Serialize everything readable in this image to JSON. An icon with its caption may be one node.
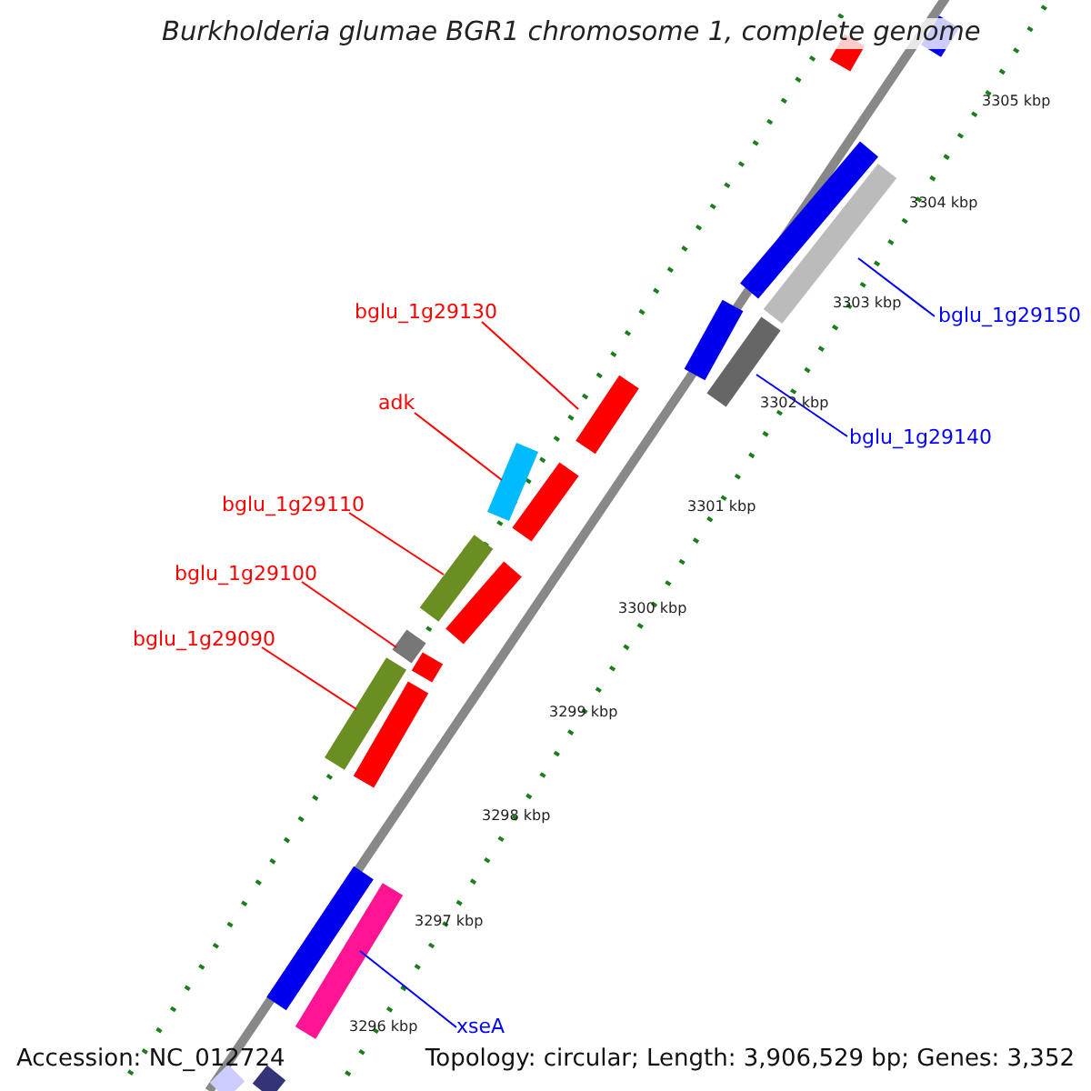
{
  "diagram": {
    "title": "Burkholderia glumae BGR1 chromosome 1, complete genome",
    "nodes": [
      {
        "text": [
          "bglu_1g29130"
        ]
      },
      {
        "text": [
          "bglu_1g29150"
        ]
      },
      {
        "text": [
          "adk"
        ]
      },
      {
        "text": [
          "bglu_1g29140"
        ]
      },
      {
        "text": [
          "bglu_1g29110"
        ]
      },
      {
        "text": [
          "bglu_1g29100"
        ]
      },
      {
        "text": [
          "bglu_1g29090"
        ]
      },
      {
        "text": [
          "xseA"
        ]
      },
      {
        "text": [],
        "shape": "bar"
      },
      {
        "text": [],
        "shape": "bar"
      },
      {
        "text": [],
        "shape": "bar"
      },
      {
        "text": [],
        "shape": "bar"
      },
      {
        "text": [],
        "shape": "bar"
      },
      {
        "text": [],
        "shape": "bar"
      },
      {
        "text": [],
        "shape": "bar"
      },
      {
        "text": [],
        "shape": "bar"
      },
      {
        "text": [],
        "shape": "bar"
      },
      {
        "text": [],
        "shape": "bar"
      },
      {
        "text": [],
        "shape": "bar"
      },
      {
        "text": [],
        "shape": "bar"
      },
      {
        "text": [],
        "shape": "bar"
      },
      {
        "text": [],
        "shape": "bar"
      },
      {
        "text": [],
        "shape": "bar"
      },
      {
        "text": [],
        "shape": "bar"
      },
      {
        "text": [],
        "shape": "bar"
      },
      {
        "text": [],
        "shape": "bar"
      },
      {
        "text": [],
        "shape": "bar"
      }
    ],
    "edges": [
      {
        "from": 0,
        "to": 14,
        "arrow": "none"
      },
      {
        "from": 1,
        "to": 11,
        "arrow": "none",
        "color": "#0000ff"
      },
      {
        "from": 2,
        "to": 15,
        "arrow": "none"
      },
      {
        "from": 3,
        "to": 13,
        "arrow": "none",
        "color": "#0000ff"
      },
      {
        "from": 4,
        "to": 17,
        "arrow": "none"
      },
      {
        "from": 5,
        "to": 19,
        "arrow": "none"
      },
      {
        "from": 6,
        "to": 21,
        "arrow": "none"
      },
      {
        "from": 7,
        "to": 24,
        "arrow": "none",
        "color": "#0000ff"
      }
    ],
    "labels": [
      "3305 kbp",
      "3304 kbp",
      "3303 kbp",
      "3302 kbp",
      "3301 kbp",
      "3300 kbp",
      "3299 kbp",
      "3298 kbp",
      "3297 kbp",
      "3296 kbp",
      "Accession: NC_012724",
      "Topology: circular; Length: 3,906,529 bp; Genes: 3,352"
    ]
  }
}
